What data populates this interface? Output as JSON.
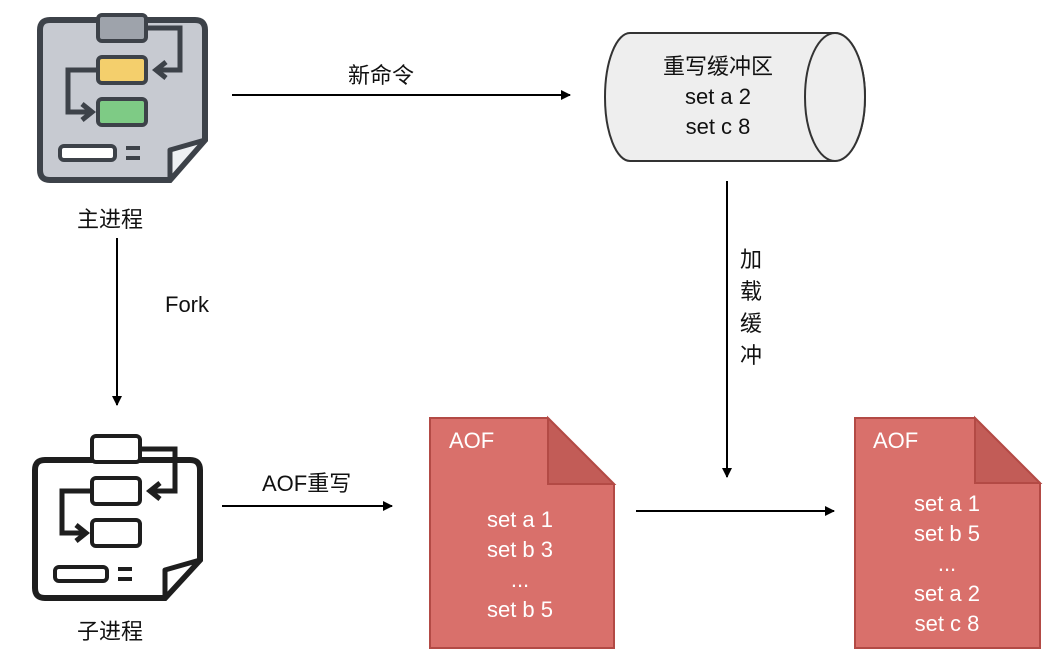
{
  "main_process": {
    "label": "主进程"
  },
  "child_process": {
    "label": "子进程"
  },
  "edges": {
    "new_command": "新命令",
    "fork": "Fork",
    "aof_rewrite": "AOF重写",
    "load_buffer": [
      "加",
      "载",
      "缓",
      "冲"
    ]
  },
  "rewrite_buffer": {
    "lines": [
      "重写缓冲区",
      "set a 2",
      "set c 8"
    ]
  },
  "aof_old": {
    "title": "AOF",
    "lines": [
      "set a 1",
      "set b 3",
      "...",
      "set b 5"
    ]
  },
  "aof_new": {
    "title": "AOF",
    "lines": [
      "set a 1",
      "set b 5",
      "...",
      "set a 2",
      "set c 8"
    ]
  },
  "colors": {
    "doc_fill": "#d9706b",
    "doc_fold": "#c25c57",
    "cylinder_fill": "#eeeeee",
    "icon_yellow": "#f4cf6c",
    "icon_green": "#7ecb85"
  }
}
